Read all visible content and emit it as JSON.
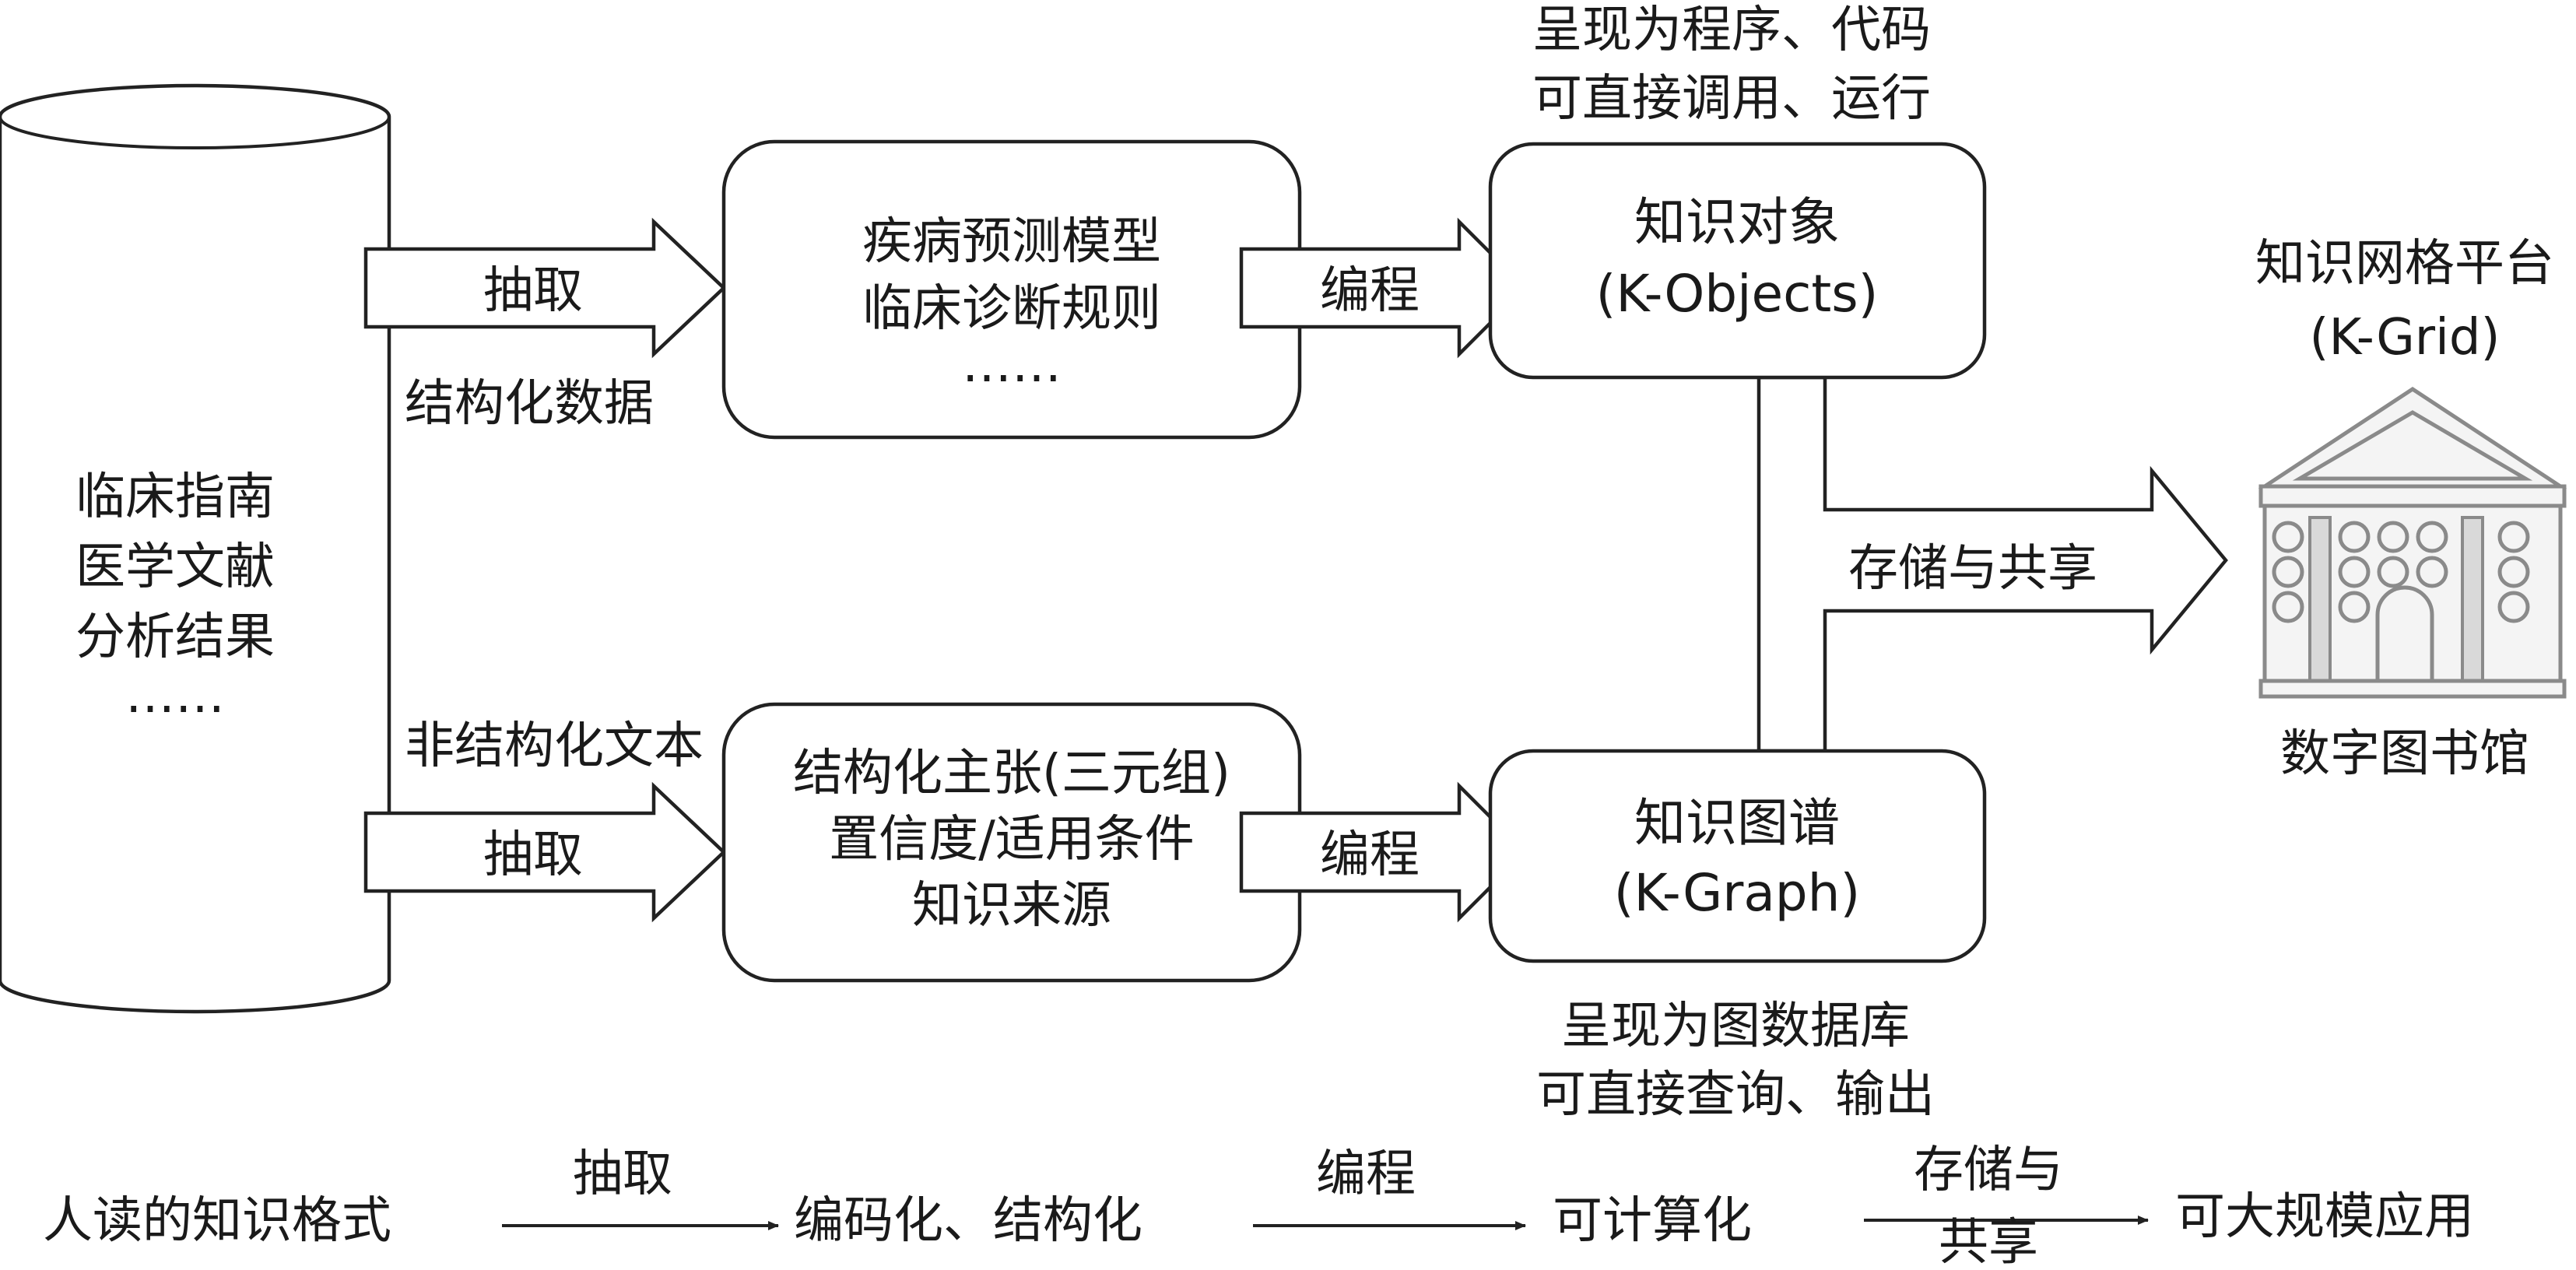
{
  "source": {
    "lines": [
      "临床指南",
      "医学文献",
      "分析结果",
      "……"
    ]
  },
  "edges": {
    "extract_top": "抽取",
    "structured_data": "结构化数据",
    "unstructured_text": "非结构化文本",
    "extract_bottom": "抽取",
    "program_top": "编程",
    "program_bottom": "编程",
    "store_share": "存储与共享"
  },
  "nodes": {
    "models": {
      "lines": [
        "疾病预测模型",
        "临床诊断规则",
        "……"
      ]
    },
    "claims": {
      "lines": [
        "结构化主张(三元组)",
        "置信度/适用条件",
        "知识来源"
      ]
    },
    "k_objects": {
      "lines": [
        "知识对象",
        "(K-Objects)"
      ]
    },
    "k_graph": {
      "lines": [
        "知识图谱",
        "(K-Graph)"
      ]
    }
  },
  "notes": {
    "k_objects": [
      "呈现为程序、代码",
      "可直接调用、运行"
    ],
    "k_graph": [
      "呈现为图数据库",
      "可直接查询、输出"
    ]
  },
  "platform": {
    "title": [
      "知识网格平台",
      "(K-Grid)"
    ],
    "caption": "数字图书馆",
    "icon": "library-building-icon"
  },
  "flow": {
    "steps": [
      "人读的知识格式",
      "编码化、结构化",
      "可计算化",
      "可大规模应用"
    ],
    "arrows": [
      {
        "lines": [
          "抽取"
        ]
      },
      {
        "lines": [
          "编程"
        ]
      },
      {
        "lines": [
          "存储与",
          "共享"
        ]
      }
    ]
  }
}
